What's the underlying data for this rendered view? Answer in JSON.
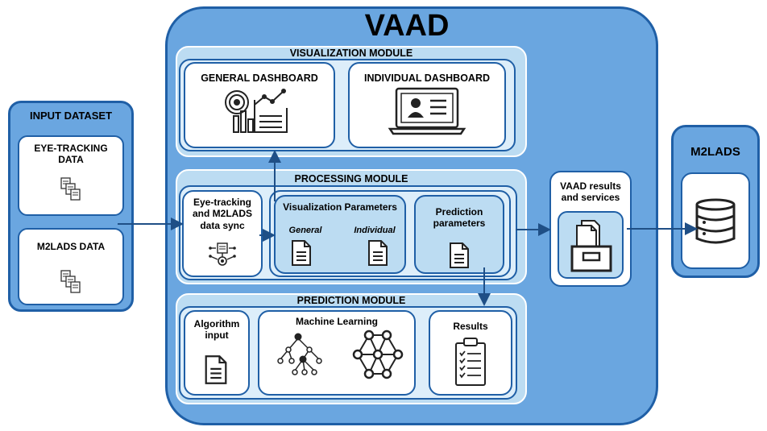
{
  "title": "VAAD",
  "input_dataset": {
    "title": "INPUT DATASET",
    "items": [
      {
        "label": "EYE-TRACKING DATA",
        "icon": "document-stack-icon"
      },
      {
        "label": "M2LADS DATA",
        "icon": "document-stack-icon"
      }
    ]
  },
  "visualization_module": {
    "title": "VISUALIZATION MODULE",
    "general": {
      "label": "GENERAL DASHBOARD",
      "icon": "analytics-dashboard-icon"
    },
    "individual": {
      "label": "INDIVIDUAL DASHBOARD",
      "icon": "laptop-profile-icon"
    }
  },
  "processing_module": {
    "title": "PROCESSING MODULE",
    "sync": {
      "label": "Eye-tracking and M2LADS data sync",
      "icon": "data-sync-icon"
    },
    "visualization_parameters": {
      "title": "Visualization Parameters",
      "general": "General",
      "individual": "Individual"
    },
    "prediction_parameters": {
      "label": "Prediction parameters",
      "icon": "document-icon"
    }
  },
  "prediction_module": {
    "title": "PREDICTION MODULE",
    "algorithm_input": {
      "label": "Algorithm input",
      "icon": "document-icon"
    },
    "machine_learning": {
      "label": "Machine Learning",
      "icons": [
        "decision-tree-icon",
        "neural-network-icon"
      ]
    },
    "results": {
      "label": "Results",
      "icon": "clipboard-checklist-icon"
    }
  },
  "vaad_results": {
    "label": "VAAD results and services",
    "icon": "archive-files-icon"
  },
  "m2lads": {
    "title": "M2LADS",
    "icon": "database-icon"
  },
  "colors": {
    "outer_fill": "#6aa6e0",
    "module_fill": "#bcdcf2",
    "border": "#1f5fa6",
    "arrow": "#1f4f86"
  }
}
